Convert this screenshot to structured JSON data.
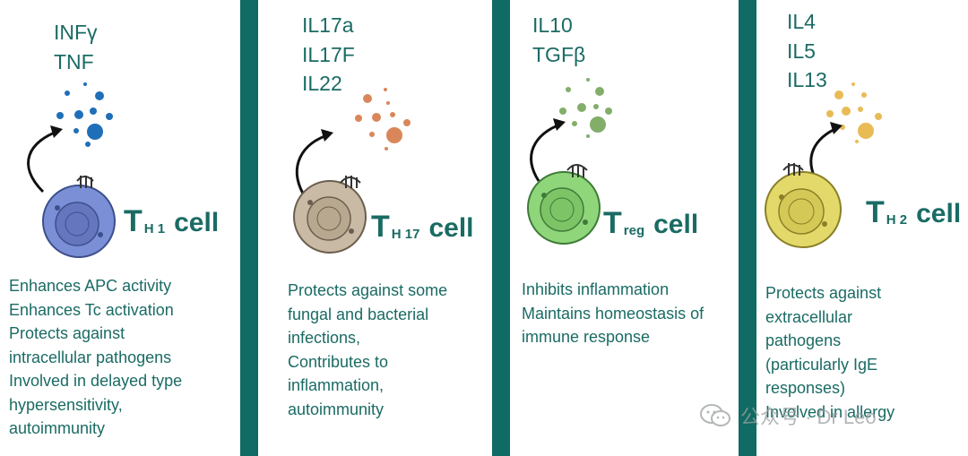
{
  "colors": {
    "divider": "#0f6b63",
    "text": "#1a6b64",
    "th1_cell": "#7b8fd6",
    "th1_dots": "#1f6fb8",
    "th17_cell": "#c8baa5",
    "th17_dots": "#d9875a",
    "treg_cell": "#8fd57a",
    "treg_dots": "#82ae6a",
    "th2_cell": "#e3d96a",
    "th2_dots": "#e8bb55"
  },
  "panels": [
    {
      "id": "th1",
      "cytokines": [
        "INFγ",
        "TNF"
      ],
      "cell_label": {
        "main": "T",
        "sub": "H 1",
        "word": "cell"
      },
      "description": [
        "Enhances APC activity",
        "Enhances Tc activation",
        "Protects against",
        "intracellular pathogens",
        "Involved in delayed type",
        "hypersensitivity,",
        "autoimmunity"
      ]
    },
    {
      "id": "th17",
      "cytokines": [
        "IL17a",
        "IL17F",
        "IL22"
      ],
      "cell_label": {
        "main": "T",
        "sub": "H 17",
        "word": "cell"
      },
      "description": [
        "Protects against some",
        "fungal and bacterial",
        "infections,",
        "Contributes to",
        "inflammation,",
        "autoimmunity"
      ]
    },
    {
      "id": "treg",
      "cytokines": [
        "IL10",
        "TGFβ"
      ],
      "cell_label": {
        "main": "T",
        "sub": "reg",
        "word": "cell"
      },
      "description": [
        "Inhibits inflammation",
        "Maintains homeostasis of",
        "immune response"
      ]
    },
    {
      "id": "th2",
      "cytokines": [
        "IL4",
        "IL5",
        "IL13"
      ],
      "cell_label": {
        "main": "T",
        "sub": "H 2",
        "word": "cell"
      },
      "description": [
        "Protects against",
        "extracellular",
        "pathogens",
        " (particularly IgE",
        "responses)",
        " Involved in allergy"
      ]
    }
  ],
  "watermark": {
    "text": "公众号 · Dr Leo",
    "icon": "wechat-icon"
  }
}
